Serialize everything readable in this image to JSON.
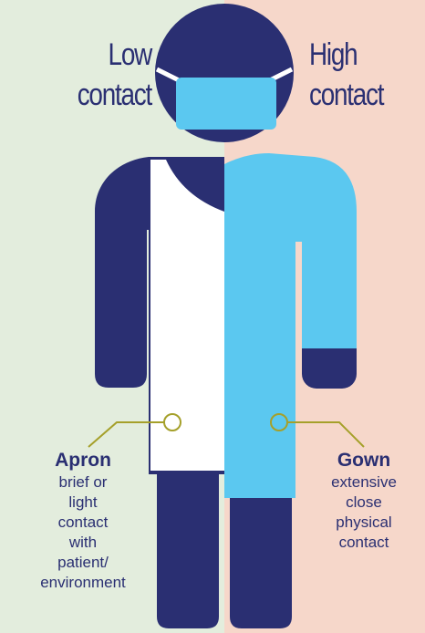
{
  "headings": {
    "left_line1": "Low",
    "left_line2": "contact",
    "right_line1": "High",
    "right_line2": "contact"
  },
  "apron": {
    "title": "Apron",
    "description_lines": [
      "brief or",
      "light",
      "contact",
      "with",
      "patient/",
      "environment"
    ]
  },
  "gown": {
    "title": "Gown",
    "description_lines": [
      "extensive",
      "close",
      "physical",
      "contact"
    ]
  },
  "colors": {
    "navy": "#2a2f72",
    "light_blue": "#5bc8f0",
    "white": "#ffffff",
    "olive": "#a5a02a",
    "left_background": "#e3eddd",
    "right_background": "#f6d7ca"
  }
}
